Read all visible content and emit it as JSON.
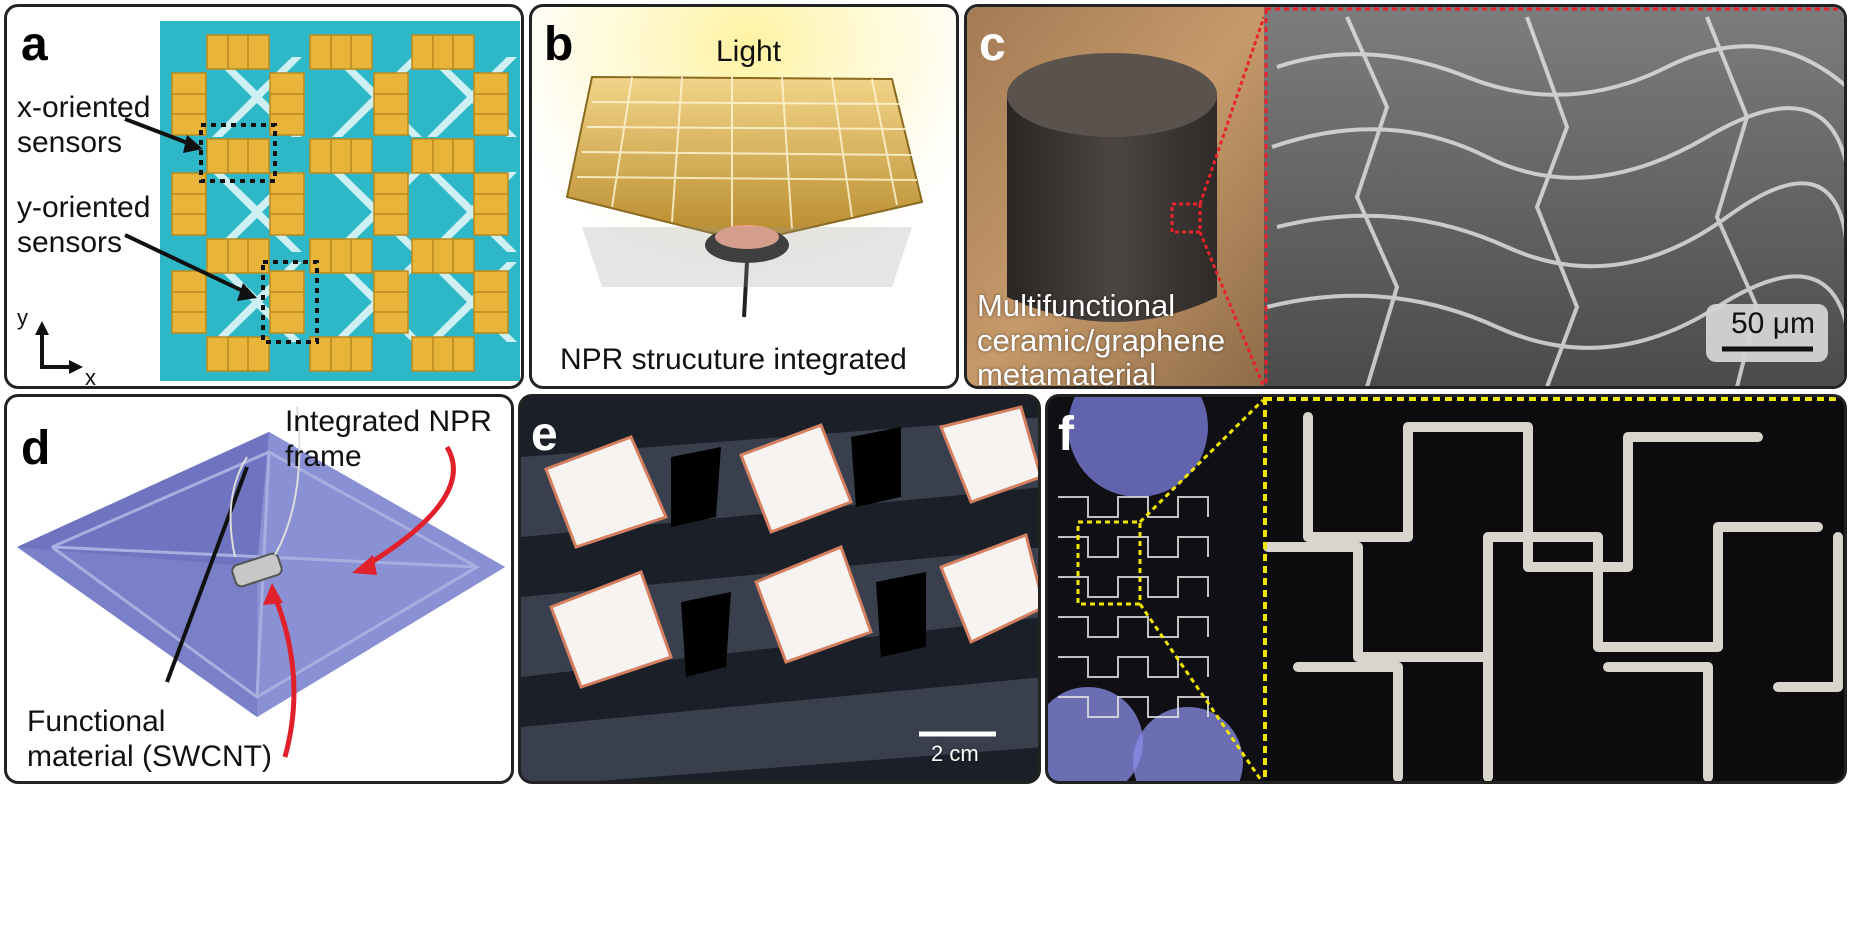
{
  "panels": {
    "a": {
      "label": "a",
      "x_sensors": "x-oriented\nsensors",
      "y_sensors": "y-oriented\nsensors",
      "axis_y": "y",
      "axis_x": "x"
    },
    "b": {
      "label": "b",
      "light": "Light",
      "caption": "NPR strucuture integrated"
    },
    "c": {
      "label": "c",
      "caption": "Multifunctional\nceramic/graphene\nmetamaterial",
      "scale": "50 μm"
    },
    "d": {
      "label": "d",
      "frame": "Integrated NPR\nframe",
      "material": "Functional\nmaterial (SWCNT)"
    },
    "e": {
      "label": "e",
      "scale": "2 cm"
    },
    "f": {
      "label": "f"
    }
  },
  "colors": {
    "substrate": "#2db7c7",
    "sensor_gold": "#e8b53a",
    "arrow_red": "#e0202a",
    "zoom_red": "#e8232a",
    "zoom_yellow": "#f2e600",
    "frame_blue": "#7a80c8"
  }
}
